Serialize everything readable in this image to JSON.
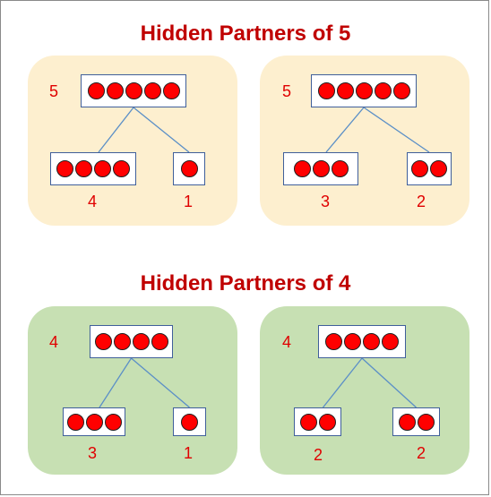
{
  "titles": {
    "top": "Hidden Partners of 5",
    "bottom": "Hidden Partners of 4"
  },
  "colors": {
    "title": "#c00000",
    "number": "#e00000",
    "dot": "#ff0000",
    "panel_top": "#fdefcf",
    "panel_bottom": "#c7e0b3",
    "box_border": "#3f5f9a",
    "line": "#5b8fc7"
  },
  "panels": [
    {
      "id": "p5-a",
      "whole": "5",
      "whole_dots": 5,
      "left_dots": 4,
      "left_label": "4",
      "right_dots": 1,
      "right_label": "1"
    },
    {
      "id": "p5-b",
      "whole": "5",
      "whole_dots": 5,
      "left_dots": 3,
      "left_label": "3",
      "right_dots": 2,
      "right_label": "2"
    },
    {
      "id": "p4-a",
      "whole": "4",
      "whole_dots": 4,
      "left_dots": 3,
      "left_label": "3",
      "right_dots": 1,
      "right_label": "1"
    },
    {
      "id": "p4-b",
      "whole": "4",
      "whole_dots": 4,
      "left_dots": 2,
      "left_label": "2",
      "right_dots": 2,
      "right_label": "2"
    }
  ]
}
